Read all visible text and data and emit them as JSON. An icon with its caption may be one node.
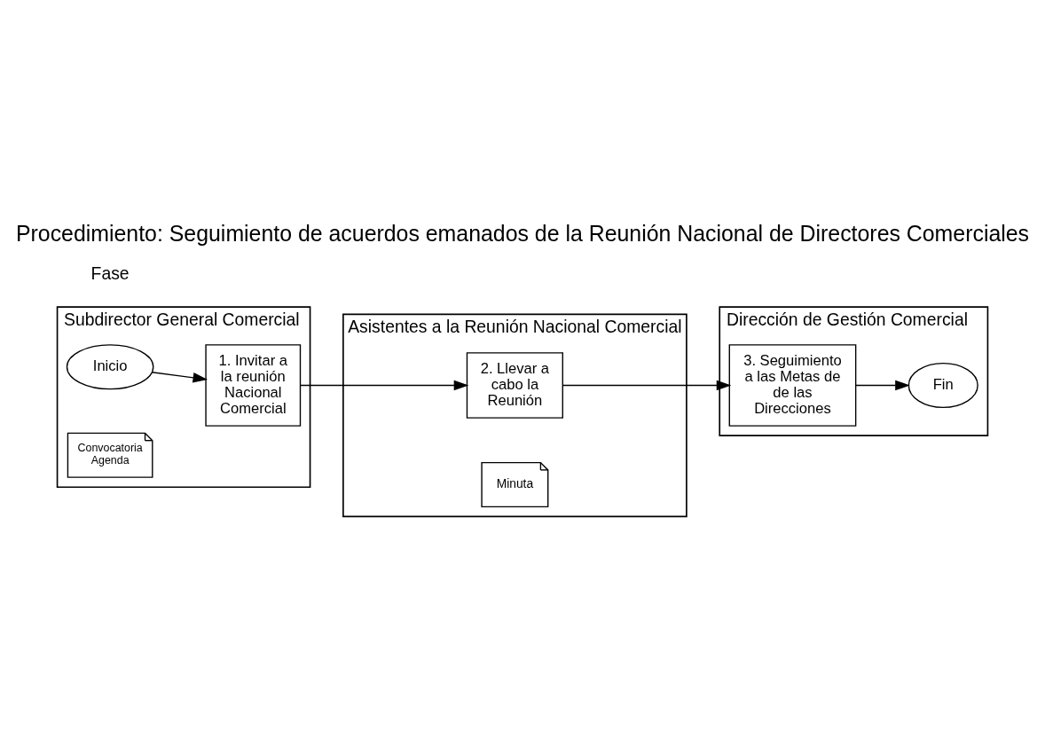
{
  "diagram": {
    "title": "Procedimiento: Seguimiento de acuerdos emanados de la Reunión Nacional de Directores Comerciales",
    "nodes": [
      {
        "text": [
          "Subdirector General Comercial"
        ]
      },
      {
        "text": [
          "Inicio"
        ],
        "in": 0
      },
      {
        "text": [
          "1. Invitar a la reunión Nacional Comercial"
        ],
        "in": 0
      },
      {
        "text": [
          "Convocatoria Agenda"
        ],
        "in": 0
      },
      {
        "text": [
          "Asistentes a la Reunión Nacional Comercial"
        ]
      },
      {
        "text": [
          "2. Llevar a cabo la Reunión"
        ],
        "in": 4
      },
      {
        "text": [
          "Minuta"
        ],
        "in": 4
      },
      {
        "text": [
          "Dirección de Gestión Comercial"
        ]
      },
      {
        "text": [
          "3. Seguimiento a las Metas de de las Direcciones"
        ],
        "in": 7
      },
      {
        "text": [
          "Fin"
        ],
        "in": 7
      }
    ],
    "edges": [
      {
        "from": 1,
        "to": 2,
        "arrow": "to"
      },
      {
        "from": 2,
        "to": 5,
        "arrow": "to"
      },
      {
        "from": 5,
        "to": 8,
        "arrow": "to"
      },
      {
        "from": 8,
        "to": 9,
        "arrow": "to"
      }
    ],
    "labels": [
      "Fase"
    ]
  }
}
